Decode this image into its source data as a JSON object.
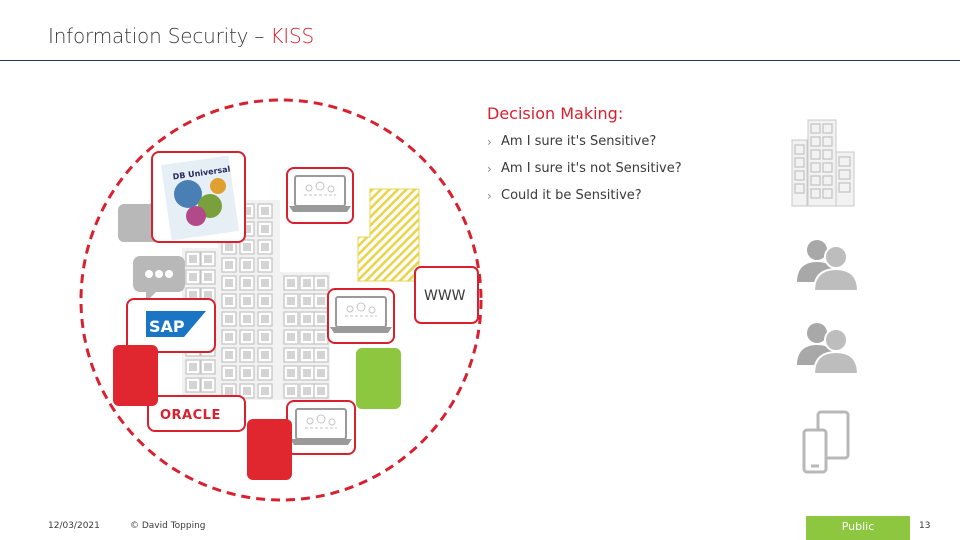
{
  "header": {
    "title_prefix": "Information Security – ",
    "title_accent": "KISS"
  },
  "decision": {
    "heading": "Decision Making:",
    "bullets": [
      "Am I sure it's Sensitive?",
      "Am I sure it's not Sensitive?",
      "Could it be Sensitive?"
    ]
  },
  "diagram": {
    "www_label": "WWW",
    "db_logo_text": "DB Universal",
    "sap_label": "SAP",
    "oracle_label": "ORACLE"
  },
  "footer": {
    "date": "12/03/2021",
    "copyright": "© David Topping",
    "classification": "Public",
    "page_number": "13"
  },
  "colors": {
    "accent_red": "#d9202f",
    "status_green": "#8dc63f",
    "warning_yellow": "#e8d44d",
    "icon_gray": "#bdbdbd",
    "rule_navy": "#1f3a4d"
  }
}
